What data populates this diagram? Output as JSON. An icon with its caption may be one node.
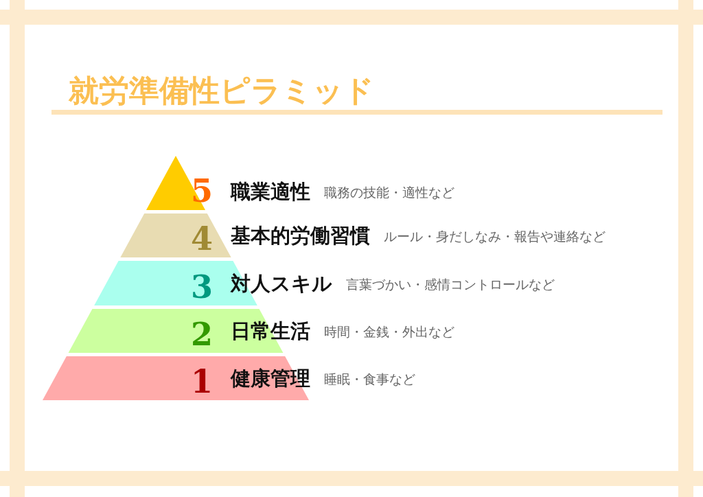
{
  "diagram": {
    "title": "就労準備性ピラミッド",
    "nodes": [
      {
        "text": [
          "5",
          "職業適性",
          "職務の技能・適性など"
        ]
      },
      {
        "text": [
          "4",
          "基本的労働習慣",
          "ルール・身だしなみ・報告や連絡など"
        ]
      },
      {
        "text": [
          "3",
          "対人スキル",
          "言葉づかい・感情コントロールなど"
        ]
      },
      {
        "text": [
          "2",
          "日常生活",
          "時間・金銭・外出など"
        ]
      },
      {
        "text": [
          "1",
          "健康管理",
          "睡眠・食事など"
        ]
      }
    ],
    "edges": []
  }
}
